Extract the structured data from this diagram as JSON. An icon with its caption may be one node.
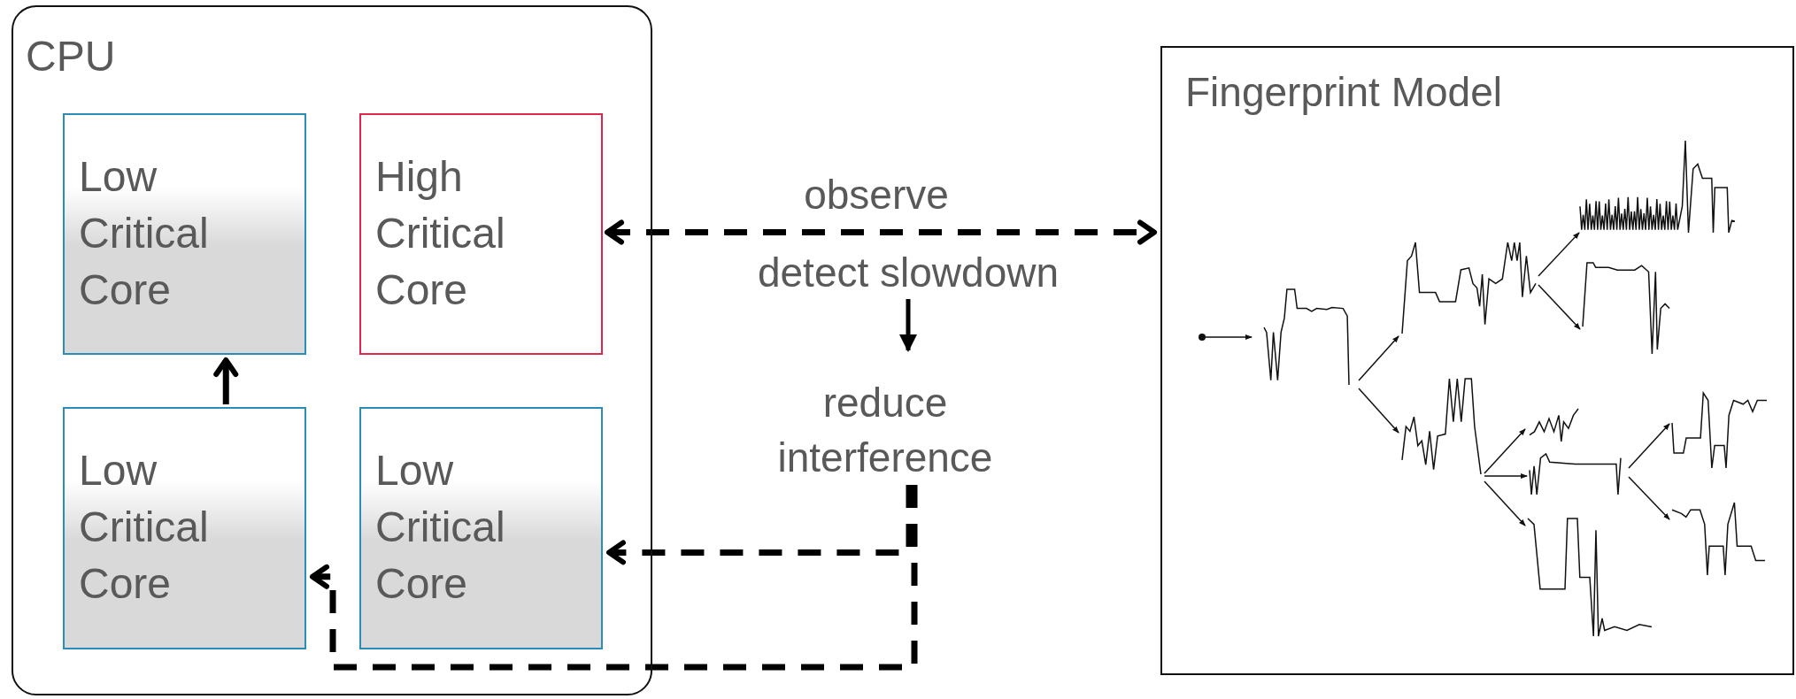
{
  "diagram": {
    "nodes": [
      {
        "text": [
          "CPU"
        ]
      },
      {
        "text": [
          "Low Critical Core"
        ],
        "in": 0
      },
      {
        "text": [
          "High Critical Core"
        ],
        "in": 0
      },
      {
        "text": [
          "Low Critical Core"
        ],
        "in": 0
      },
      {
        "text": [
          "Low Critical Core"
        ],
        "in": 0
      },
      {
        "text": [
          "Fingerprint Model"
        ]
      },
      {
        "text": [
          "detect slowdown"
        ]
      },
      {
        "text": [
          "reduce interference"
        ]
      }
    ],
    "edges": [
      {
        "from": 2,
        "to": 5,
        "arrow": "both",
        "style": "dashed",
        "label": "observe"
      },
      {
        "from": 6,
        "to": 7,
        "arrow": "to"
      },
      {
        "from": 7,
        "to": 4,
        "arrow": "to",
        "style": "dashed"
      },
      {
        "from": 7,
        "to": 3,
        "arrow": "to",
        "style": "dashed"
      },
      {
        "from": 3,
        "to": 1,
        "arrow": "to"
      }
    ]
  }
}
